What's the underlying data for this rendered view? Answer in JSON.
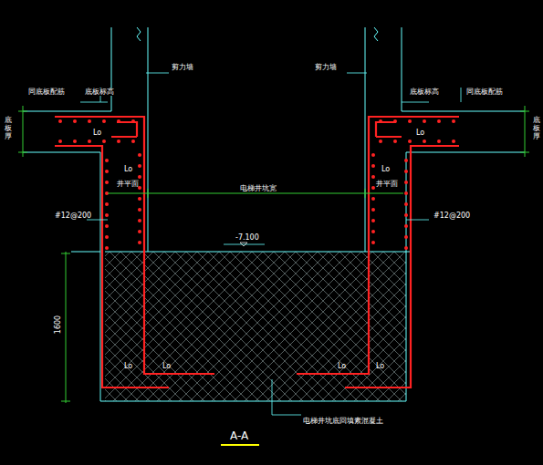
{
  "diagram": {
    "labels": [
      "剪力墙",
      "剪力墙",
      "同底板配筋",
      "底板标高",
      "底板标高",
      "同底板配筋",
      "底板厚",
      "底板厚",
      "Lo",
      "Lo",
      "Lo",
      "Lo",
      "井平面",
      "电梯井坑宽",
      "井平面",
      "#12@200",
      "#12@200",
      "-7.100",
      "1600",
      "Lo",
      "Lo",
      "Lo",
      "Lo",
      "电梯井坑底回填素混凝土",
      "A-A"
    ]
  }
}
